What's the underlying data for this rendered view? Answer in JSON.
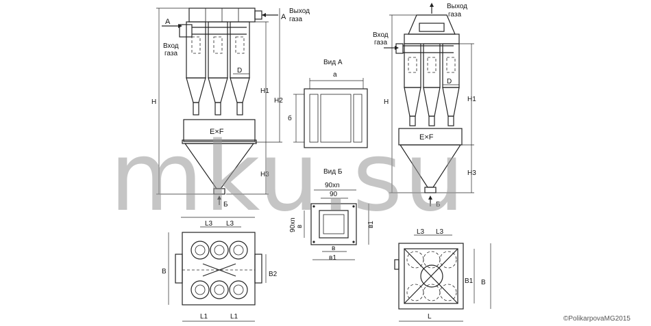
{
  "labels": {
    "gas_in_1": "Вход",
    "gas_in_2": "газа",
    "gas_out_1": "Выход",
    "gas_out_2": "газа",
    "arrow_a": "А",
    "arrow_b": "Б",
    "view_a": "Вид А",
    "view_b": "Вид Б",
    "H": "H",
    "H1": "H1",
    "H2": "H2",
    "H3": "H3",
    "D": "D",
    "ExF": "E×F",
    "a": "a",
    "b": "б",
    "L": "L",
    "L1": "L1",
    "L3": "L3",
    "B": "B",
    "B1": "B1",
    "B2": "B2",
    "n90": "90xn",
    "n90b": "90",
    "v": "в",
    "v1": "в1"
  },
  "watermark": "mku.su",
  "copyright": "©PolikarpovaMG2015"
}
